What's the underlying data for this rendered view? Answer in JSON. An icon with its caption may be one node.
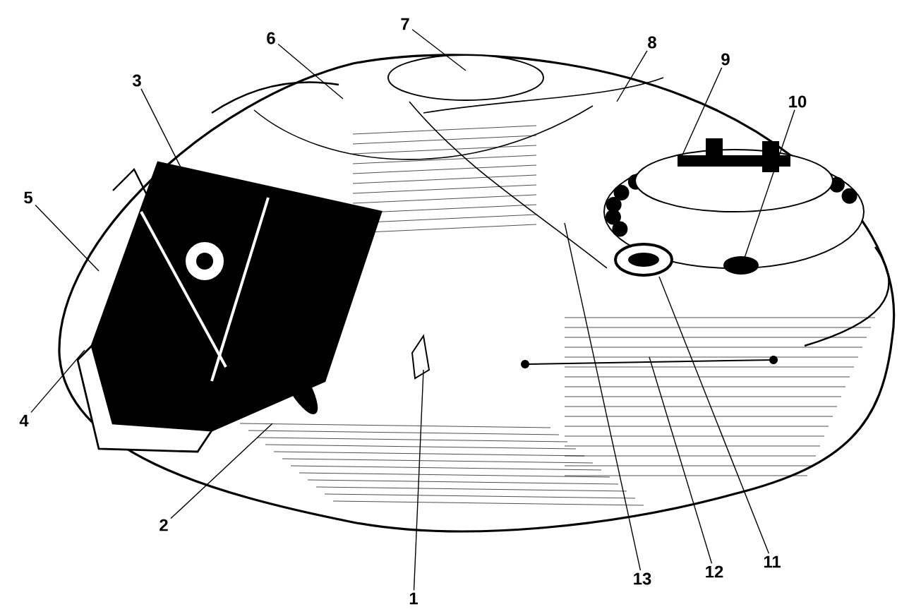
{
  "diagram": {
    "nodes": [
      {
        "text": [
          "1"
        ]
      },
      {
        "text": [
          "2"
        ]
      },
      {
        "text": [
          "3"
        ]
      },
      {
        "text": [
          "4"
        ]
      },
      {
        "text": [
          "5"
        ]
      },
      {
        "text": [
          "6"
        ]
      },
      {
        "text": [
          "7"
        ]
      },
      {
        "text": [
          "8"
        ]
      },
      {
        "text": [
          "9"
        ]
      },
      {
        "text": [
          "10"
        ]
      },
      {
        "text": [
          "11"
        ]
      },
      {
        "text": [
          "12"
        ]
      },
      {
        "text": [
          "13"
        ]
      }
    ],
    "edges": [
      {
        "from": 0,
        "to": null,
        "arrow": "none"
      },
      {
        "from": 1,
        "to": null,
        "arrow": "none"
      },
      {
        "from": 2,
        "to": null,
        "arrow": "none"
      },
      {
        "from": 3,
        "to": null,
        "arrow": "none"
      },
      {
        "from": 4,
        "to": null,
        "arrow": "none"
      },
      {
        "from": 5,
        "to": null,
        "arrow": "none"
      },
      {
        "from": 6,
        "to": null,
        "arrow": "none"
      },
      {
        "from": 7,
        "to": null,
        "arrow": "none"
      },
      {
        "from": 8,
        "to": null,
        "arrow": "none"
      },
      {
        "from": 9,
        "to": null,
        "arrow": "none"
      },
      {
        "from": 10,
        "to": null,
        "arrow": "none"
      },
      {
        "from": 11,
        "to": null,
        "arrow": "none"
      },
      {
        "from": 12,
        "to": null,
        "arrow": "none"
      }
    ]
  }
}
